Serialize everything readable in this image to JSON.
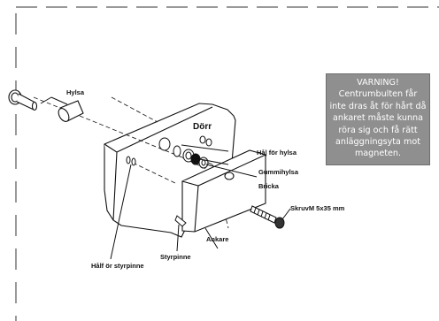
{
  "labels": {
    "hylsa": "Hylsa",
    "dorr": "Dörr",
    "hal_for_hylsa": "Hå| för hylsa",
    "gummihylsa": "Gummihylsa",
    "bricka": "Bricka",
    "skruv": "SkruvM 5x35  mm",
    "ankare": "Ankare",
    "styrpinne": "Styrpinne",
    "hal_for_styrpinne": "Hålf ör styrpinne"
  },
  "warning": {
    "line1": "VARNING!",
    "line2": "Centrumbulten får",
    "line3": "inte dras åt för hårt då",
    "line4": "ankaret måste kunna",
    "line5": "röra sig och få rätt",
    "line6": "anläggningsyta mot",
    "line7": "magneten."
  }
}
